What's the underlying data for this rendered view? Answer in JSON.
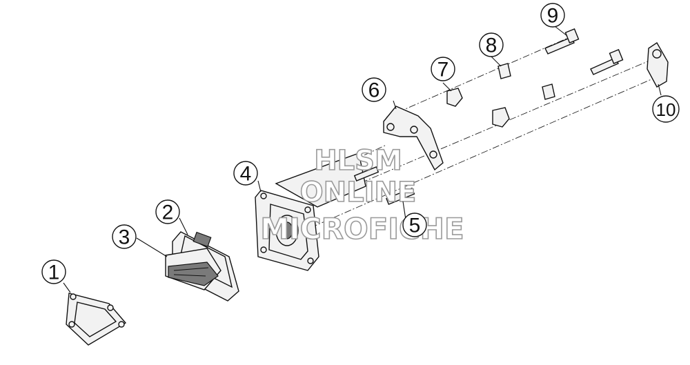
{
  "watermark": {
    "line1": "HLSM",
    "line2": "ONLINE",
    "line3": "MICROFICHE"
  },
  "callouts": [
    {
      "id": "1",
      "label": "1"
    },
    {
      "id": "2",
      "label": "2"
    },
    {
      "id": "3",
      "label": "3"
    },
    {
      "id": "4",
      "label": "4"
    },
    {
      "id": "5",
      "label": "5"
    },
    {
      "id": "6",
      "label": "6"
    },
    {
      "id": "7",
      "label": "7"
    },
    {
      "id": "8",
      "label": "8"
    },
    {
      "id": "9",
      "label": "9"
    },
    {
      "id": "10",
      "label": "10"
    }
  ],
  "colors": {
    "line": "#111111",
    "part_fill": "#f2f2f2",
    "watermark_outline": "#9a9a9a"
  }
}
